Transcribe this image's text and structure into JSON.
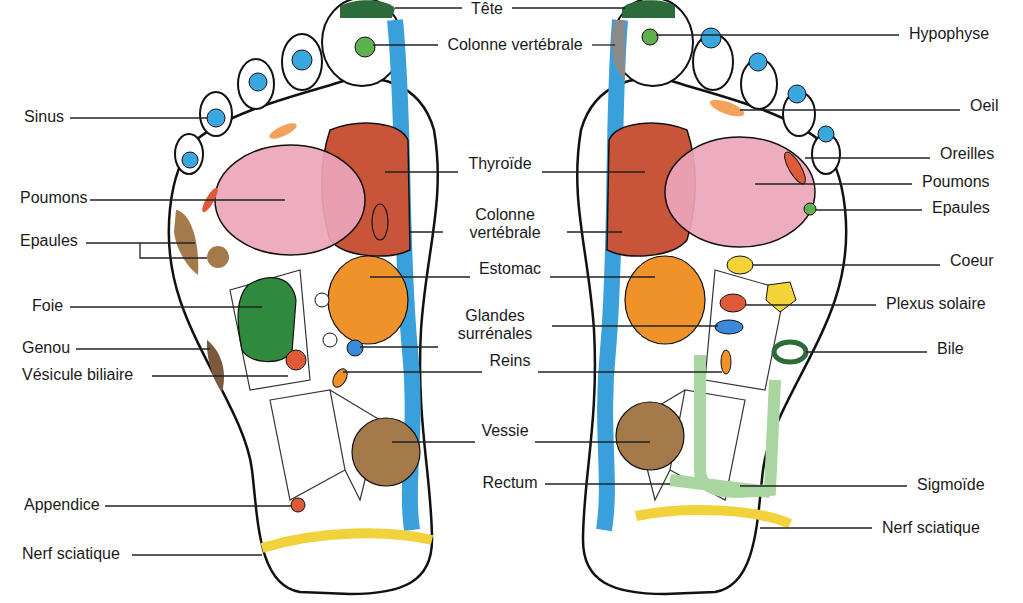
{
  "diagram": {
    "labels": [
      "Sinus",
      "Poumons",
      "Epaules",
      "Foie",
      "Genou",
      "Vésicule biliaire",
      "Appendice",
      "Nerf sciatique",
      "Tête",
      "Colonne vertébrale",
      "Thyroïde",
      "Colonne vertébrale",
      "Estomac",
      "Glandes surrénales",
      "Reins",
      "Vessie",
      "Rectum",
      "Hypophyse",
      "Oeil",
      "Oreilles",
      "Poumons",
      "Epaules",
      "Coeur",
      "Plexus solaire",
      "Bile",
      "Sigmoïde",
      "Nerf sciatique"
    ]
  }
}
